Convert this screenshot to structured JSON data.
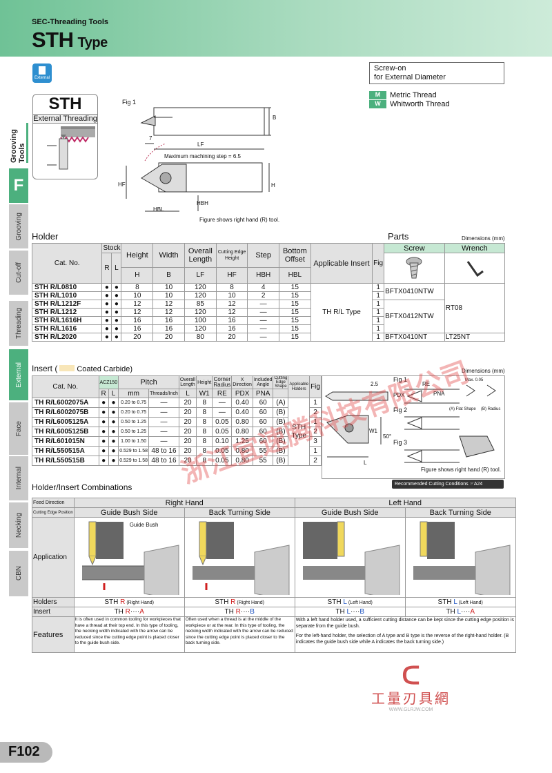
{
  "header": {
    "subtitle": "SEC-Threading Tools",
    "title": "STH",
    "title_suffix": "Type"
  },
  "side_tabs": [
    "Grooving Tools",
    "F",
    "Grooving",
    "Cut-off",
    "Threading",
    "External",
    "Face",
    "Internal",
    "Necking",
    "CBN"
  ],
  "external_icon": "External",
  "product_box": {
    "name": "STH",
    "label": "External Threading"
  },
  "screw_on": {
    "line1": "Screw-on",
    "line2": "for External Diameter"
  },
  "legend": [
    {
      "badge": "M",
      "text": "Metric Thread"
    },
    {
      "badge": "W",
      "text": "Whitworth Thread"
    }
  ],
  "figure1": {
    "label": "Fig 1",
    "dim_7": "7",
    "dim_B": "B",
    "dim_LF": "LF",
    "note_step": "Maximum machining step = 6.5",
    "dim_HF": "HF",
    "dim_H": "H",
    "dim_HBL": "HBL",
    "dim_HBH": "HBH",
    "note": "Figure shows right hand (R) tool."
  },
  "holder": {
    "title": "Holder",
    "parts_title": "Parts",
    "dims_note": "Dimensions (mm)",
    "headers": {
      "cat": "Cat. No.",
      "stock": "Stock",
      "R": "R",
      "L": "L",
      "height": "Height",
      "height_s": "H",
      "width": "Width",
      "width_s": "B",
      "overall": "Overall Length",
      "overall_s": "LF",
      "cutting": "Cutting Edge Height",
      "cutting_s": "HF",
      "step": "Step",
      "step_s": "HBH",
      "bottom": "Bottom Offset",
      "bottom_s": "HBL",
      "insert": "Applicable Insert",
      "fig": "Fig",
      "screw": "Screw",
      "wrench": "Wrench"
    },
    "rows": [
      {
        "cat": "STH R/L0810",
        "r": "●",
        "l": "●",
        "h": "8",
        "b": "10",
        "lf": "120",
        "hf": "8",
        "hbh": "4",
        "hbl": "15",
        "fig": "1"
      },
      {
        "cat": "STH R/L1010",
        "r": "●",
        "l": "●",
        "h": "10",
        "b": "10",
        "lf": "120",
        "hf": "10",
        "hbh": "2",
        "hbl": "15",
        "fig": "1"
      },
      {
        "cat": "STH R/L1212F",
        "r": "●",
        "l": "●",
        "h": "12",
        "b": "12",
        "lf": "85",
        "hf": "12",
        "hbh": "—",
        "hbl": "15",
        "fig": "1"
      },
      {
        "cat": "STH R/L1212",
        "r": "●",
        "l": "●",
        "h": "12",
        "b": "12",
        "lf": "120",
        "hf": "12",
        "hbh": "—",
        "hbl": "15",
        "fig": "1"
      },
      {
        "cat": "STH R/L1616H",
        "r": "●",
        "l": "●",
        "h": "16",
        "b": "16",
        "lf": "100",
        "hf": "16",
        "hbh": "—",
        "hbl": "15",
        "fig": "1"
      },
      {
        "cat": "STH R/L1616",
        "r": "●",
        "l": "●",
        "h": "16",
        "b": "16",
        "lf": "120",
        "hf": "16",
        "hbh": "—",
        "hbl": "15",
        "fig": "1"
      },
      {
        "cat": "STH R/L2020",
        "r": "●",
        "l": "●",
        "h": "20",
        "b": "20",
        "lf": "80",
        "hf": "20",
        "hbh": "—",
        "hbl": "15",
        "fig": "1"
      }
    ],
    "insert_value": "TH R/L Type",
    "screw1": "BFTX0410NTW",
    "screw2": "BFTX0412NTW",
    "screw3": "BFTX0410NT",
    "wrench1": "RT08",
    "wrench2": "LT25NT"
  },
  "insert": {
    "title": "Insert (",
    "coated": "Coated Carbide)",
    "dims_note": "Dimensions (mm)",
    "headers": {
      "cat": "Cat. No.",
      "grade": "ACZ150",
      "R": "R",
      "L": "L",
      "pitch": "Pitch",
      "mm": "mm",
      "tpi": "Threads/Inch",
      "overall": "Overall Length",
      "overall_s": "L",
      "height": "Height",
      "height_s": "W1",
      "corner": "Corner Radius",
      "corner_s": "RE",
      "x": "X Direction",
      "x_s": "PDX",
      "angle": "Included Angle",
      "angle_s": "PNA",
      "shape": "Cutting Edge Shape",
      "holders": "Applicable Holders",
      "fig": "Fig"
    },
    "rows": [
      {
        "cat": "TH R/L6002075A",
        "r": "●",
        "l": "●",
        "mm": "0.20 to 0.75",
        "tpi": "—",
        "len": "20",
        "w1": "8",
        "re": "—",
        "pdx": "0.40",
        "pna": "60",
        "shape": "(A)",
        "fig": "1"
      },
      {
        "cat": "TH R/L6002075B",
        "r": "●",
        "l": "●",
        "mm": "0.20 to 0.75",
        "tpi": "—",
        "len": "20",
        "w1": "8",
        "re": "—",
        "pdx": "0.40",
        "pna": "60",
        "shape": "(B)",
        "fig": "2"
      },
      {
        "cat": "TH R/L6005125A",
        "r": "●",
        "l": "●",
        "mm": "0.50 to 1.25",
        "tpi": "—",
        "len": "20",
        "w1": "8",
        "re": "0.05",
        "pdx": "0.80",
        "pna": "60",
        "shape": "(B)",
        "fig": "1"
      },
      {
        "cat": "TH R/L6005125B",
        "r": "●",
        "l": "●",
        "mm": "0.50 to 1.25",
        "tpi": "—",
        "len": "20",
        "w1": "8",
        "re": "0.05",
        "pdx": "0.80",
        "pna": "60",
        "shape": "(B)",
        "fig": "2"
      },
      {
        "cat": "TH R/L601015N",
        "r": "●",
        "l": "●",
        "mm": "1.00 to 1.50",
        "tpi": "—",
        "len": "20",
        "w1": "8",
        "re": "0.10",
        "pdx": "1.25",
        "pna": "60",
        "shape": "(B)",
        "fig": "3"
      },
      {
        "cat": "TH R/L550515A",
        "r": "●",
        "l": "●",
        "mm": "0.529 to 1.58",
        "tpi": "48 to 16",
        "len": "20",
        "w1": "8",
        "re": "0.05",
        "pdx": "0.80",
        "pna": "55",
        "shape": "(B)",
        "fig": "1"
      },
      {
        "cat": "TH R/L550515B",
        "r": "●",
        "l": "●",
        "mm": "0.529 to 1.58",
        "tpi": "48 to 16",
        "len": "20",
        "w1": "8",
        "re": "0.05",
        "pdx": "0.80",
        "pna": "55",
        "shape": "(B)",
        "fig": "2"
      }
    ],
    "holders_value": "STH Type",
    "fig_labels": [
      "Fig 1",
      "Fig 2",
      "Fig 3"
    ],
    "fig_note": "Figure shows right hand (R) tool.",
    "flat_shape": "(A) Flat Shape",
    "radius_shape": "(B) Radius",
    "max_label": "Max. 0.05",
    "dims": {
      "d25": "2.5",
      "dL": "L",
      "dW1": "W1",
      "d50": "50°",
      "dRE": "RE",
      "dPDX": "PDX",
      "dPNA": "PNA"
    }
  },
  "recommended": "Recommended Cutting Conditions ☞A24",
  "combos": {
    "title": "Holder/Insert Combinations",
    "feed": "Feed Direction",
    "pos": "Cutting Edge Position",
    "right": "Right Hand",
    "left": "Left Hand",
    "cols": [
      "Guide Bush Side",
      "Back Turning Side",
      "Guide Bush Side",
      "Back Turning Side"
    ],
    "guide_bush": "Guide Bush",
    "application": "Application",
    "holders_lbl": "Holders",
    "insert_lbl": "Insert",
    "features_lbl": "Features",
    "holders": [
      {
        "a": "STH ",
        "b": "R",
        "c": " (Right Hand)"
      },
      {
        "a": "STH ",
        "b": "R",
        "c": " (Right Hand)"
      },
      {
        "a": "STH ",
        "b": "L",
        "c": " (Left Hand)"
      },
      {
        "a": "STH ",
        "b": "L",
        "c": " (Left Hand)"
      }
    ],
    "inserts": [
      {
        "a": "TH ",
        "b": "R",
        "c": "····",
        "d": "A"
      },
      {
        "a": "TH ",
        "b": "R",
        "c": "····",
        "d": "B"
      },
      {
        "a": "TH ",
        "b": "L",
        "c": "····",
        "d": "B"
      },
      {
        "a": "TH ",
        "b": "L",
        "c": "····",
        "d": "A"
      }
    ],
    "feat1": "It is often used in common tooling for workpieces that have a thread at their top end. In this type of tooling, the necking width indicated with the arrow can be reduced since the cutting edge point is placed closer to the guide bush side.",
    "feat2": "Often used when a thread is at the middle of the workpiece or at the rear. In this type of tooling, the necking width indicated with the arrow can be reduced since the cutting edge point is placed closer to the back turning side.",
    "feat3a": "With a left hand holder used, a sufficient cutting distance can be kept since the cutting edge position is separate from the guide bush.",
    "feat3b": "For the left-hand holder, the selection of A type and B type is the reverse of the right-hand holder. (B indicates the guide bush side while A indicates the back turning side.)"
  },
  "watermark": "浙江宜速腾科技有限公司",
  "logo": {
    "chars": "工量刃具網",
    "url": "WWW.GLRJW.COM"
  },
  "page_num": "F102",
  "colors": {
    "green": "#4cb07e",
    "light_green": "#c6e8d3",
    "red": "#d02020",
    "blue": "#1a50c0",
    "gray": "#c9c9c9"
  }
}
